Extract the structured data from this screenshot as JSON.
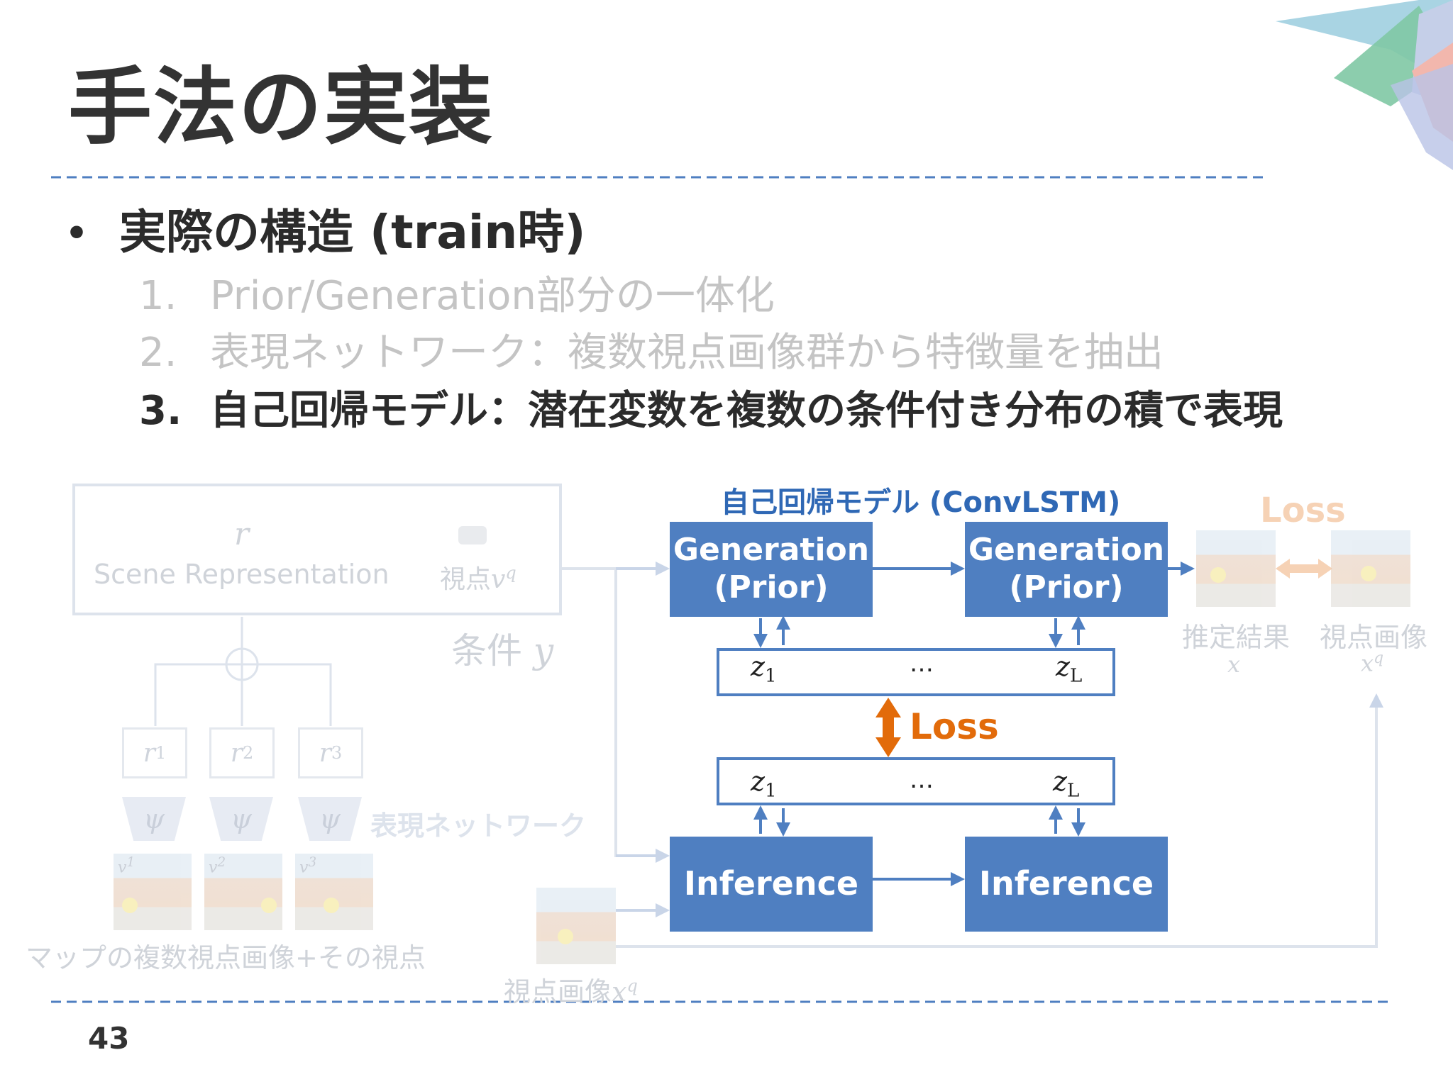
{
  "slide": {
    "title": "手法の実装",
    "bullet": "実際の構造 (train時)",
    "items": [
      {
        "num": "1.",
        "text": "Prior/Generation部分の一体化"
      },
      {
        "num": "2.",
        "text": "表現ネットワーク：複数視点画像群から特徴量を抽出"
      },
      {
        "num": "3.",
        "text": "自己回帰モデル：潜在変数を複数の条件付き分布の積で表現"
      }
    ],
    "page_number": "43"
  },
  "diagram": {
    "ar_title": "自己回帰モデル (ConvLSTM)",
    "generation_boxes": [
      {
        "line1": "Generation",
        "line2": "(Prior)"
      },
      {
        "line1": "Generation",
        "line2": "(Prior)"
      }
    ],
    "inference_boxes": [
      "Inference",
      "Inference"
    ],
    "z_row": {
      "z1": "z",
      "z1_sub": "1",
      "ellipsis": "…",
      "zL": "z",
      "zL_sub": "L"
    },
    "loss_center": "Loss",
    "loss_top": "Loss",
    "scene_r": "r",
    "scene_label": "Scene Representation",
    "viewpoint_label": "視点",
    "viewpoint_var": "v",
    "viewpoint_sup": "q",
    "condition_label": "条件",
    "condition_var": "y",
    "r_items": [
      {
        "base": "r",
        "sup": "1"
      },
      {
        "base": "r",
        "sup": "2"
      },
      {
        "base": "r",
        "sup": "3"
      }
    ],
    "psi": "ψ",
    "repnet_label": "表現ネットワーク",
    "v_items": [
      {
        "base": "v",
        "sup": "1"
      },
      {
        "base": "v",
        "sup": "2"
      },
      {
        "base": "v",
        "sup": "3"
      }
    ],
    "map_caption": "マップの複数視点画像+その視点",
    "query_caption": "視点画像",
    "query_var": "x",
    "query_sup": "q",
    "estimate_label": "推定結果",
    "estimate_var": "x",
    "target_label": "視点画像",
    "target_var": "x",
    "target_sup": "q"
  },
  "colors": {
    "blue_box": "#4f7fc1",
    "loss_orange": "#e26b0a",
    "title_dark": "#333333",
    "dash_line": "#4f7fc1"
  }
}
